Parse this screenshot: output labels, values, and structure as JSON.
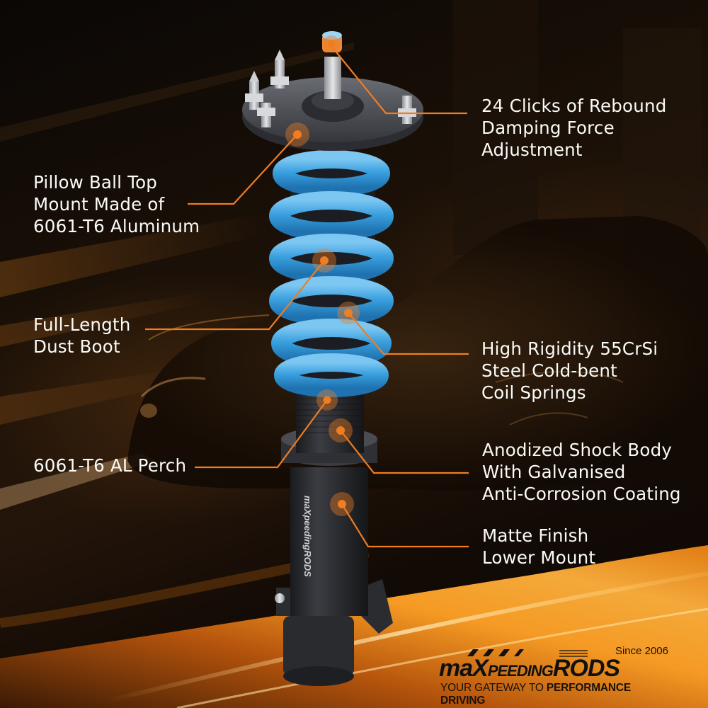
{
  "product": {
    "type": "coilover shock absorber",
    "spring_color": "#3aa0df",
    "body_color": "#2a2b2f",
    "accent_color": "#f07a1a"
  },
  "callouts": {
    "left": [
      {
        "id": "top-mount",
        "lines": [
          "Pillow Ball Top",
          "Mount Made of",
          "6061-T6 Aluminum"
        ]
      },
      {
        "id": "dust-boot",
        "lines": [
          "Full-Length",
          "Dust Boot"
        ]
      },
      {
        "id": "perch",
        "lines": [
          "6061-T6 AL Perch"
        ]
      }
    ],
    "right": [
      {
        "id": "rebound",
        "lines": [
          "24 Clicks of Rebound",
          "Damping Force",
          "Adjustment"
        ]
      },
      {
        "id": "springs",
        "lines": [
          "High Rigidity 55CrSi",
          "Steel Cold-bent",
          "Coil Springs"
        ]
      },
      {
        "id": "shock-body",
        "lines": [
          "Anodized Shock Body",
          "With Galvanised",
          "Anti-Corrosion Coating"
        ]
      },
      {
        "id": "lower-mount",
        "lines": [
          "Matte Finish",
          "Lower Mount"
        ]
      }
    ]
  },
  "brand": {
    "logo_text_1": "maX",
    "logo_text_2": "PEEDING",
    "logo_text_3": "RODS",
    "since": "Since 2006",
    "tagline_light": "YOUR GATEWAY TO ",
    "tagline_bold": "PERFORMANCE DRIVING",
    "body_print": "maXpeedingRODS"
  }
}
